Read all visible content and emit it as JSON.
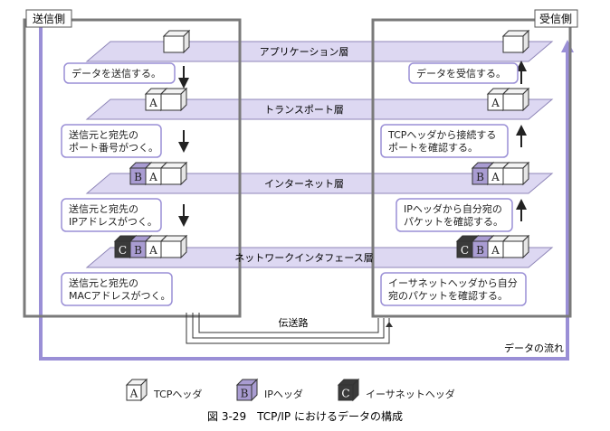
{
  "sender_label": "送信側",
  "receiver_label": "受信側",
  "layers": [
    "アプリケーション層",
    "トランスポート層",
    "インターネット層",
    "ネットワークインタフェース層"
  ],
  "sender_notes": [
    [
      "データを送信する。"
    ],
    [
      "送信元と宛先の",
      "ポート番号がつく。"
    ],
    [
      "送信元と宛先の",
      "IPアドレスがつく。"
    ],
    [
      "送信元と宛先の",
      "MACアドレスがつく。"
    ]
  ],
  "receiver_notes": [
    [
      "データを受信する。"
    ],
    [
      "TCPヘッダから接続する",
      "ポートを確認する。"
    ],
    [
      "IPヘッダから自分宛の",
      "パケットを確認する。"
    ],
    [
      "イーサネットヘッダから自分",
      "宛のパケットを確認する。"
    ]
  ],
  "header_letters": {
    "tcp": "A",
    "ip": "B",
    "ethernet": "C"
  },
  "transmission_label": "伝送路",
  "flow_label": "データの流れ",
  "legend": [
    {
      "letter": "A",
      "label": "TCPヘッダ",
      "color": "#ffffff"
    },
    {
      "letter": "B",
      "label": "IPヘッダ",
      "color": "#a99cd2"
    },
    {
      "letter": "C",
      "label": "イーサネットヘッダ",
      "color": "#3a3a3a"
    }
  ],
  "caption": "図 3-29　TCP/IP におけるデータの構成",
  "colors": {
    "flow_arrow": "#9a8fd6",
    "layer_band": "#ddd8f2",
    "frame": "#7a7a7a",
    "note_border": "#9a8fd6",
    "ip_header": "#a99cd2",
    "eth_header": "#3a3a3a"
  }
}
